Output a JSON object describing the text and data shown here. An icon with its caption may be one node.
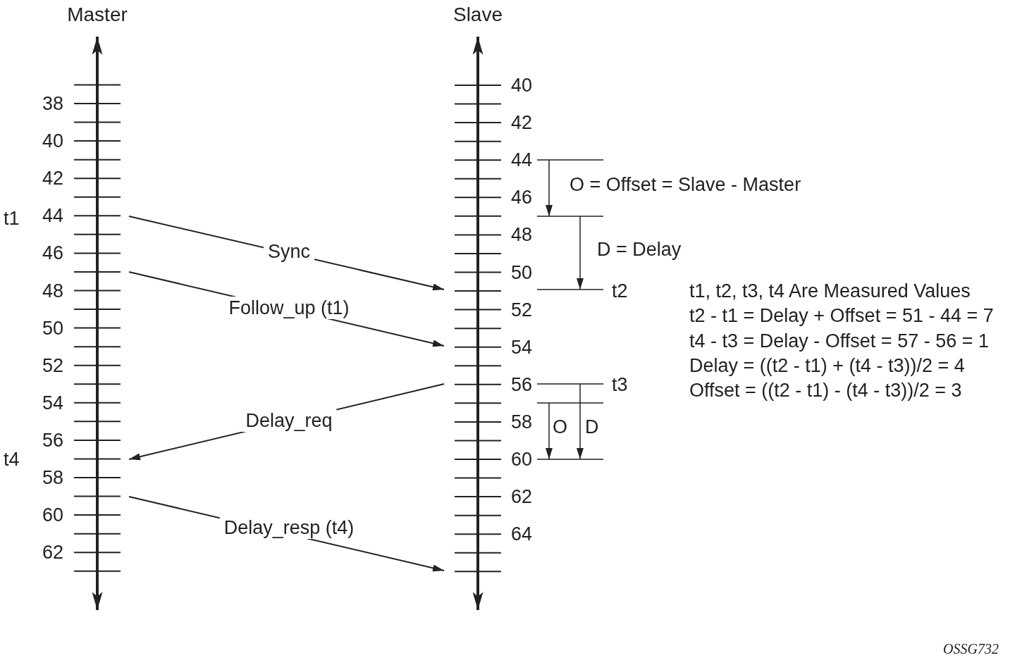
{
  "diagram": {
    "nodes": [
      {
        "text": [
          "Master"
        ],
        "beside": [
          "38",
          "40",
          "42",
          "44",
          "46",
          "48",
          "50",
          "52",
          "54",
          "56",
          "58",
          "60",
          "62"
        ]
      },
      {
        "text": [
          "Slave"
        ],
        "beside": [
          "40",
          "42",
          "44",
          "46",
          "48",
          "50",
          "52",
          "54",
          "56",
          "58",
          "60",
          "62",
          "64"
        ]
      }
    ],
    "edges": [
      {
        "from": 0,
        "to": 1,
        "arrow": "to",
        "label": "Sync"
      },
      {
        "from": 0,
        "to": 1,
        "arrow": "to",
        "label": "Follow_up (t1)"
      },
      {
        "from": 1,
        "to": 0,
        "arrow": "to",
        "label": "Delay_req"
      },
      {
        "from": 0,
        "to": 1,
        "arrow": "to",
        "label": "Delay_resp (t4)"
      }
    ],
    "labels": [
      "t1",
      "O = Offset = Slave - Master",
      "D = Delay",
      "t2",
      "t1, t2, t3, t4 Are Measured Values",
      "t2 - t1 = Delay + Offset = 51 - 44 = 7",
      "t4 - t3 = Delay - Offset = 57 - 56 = 1",
      "Delay = ((t2 - t1) + (t4 - t3))/2 = 4",
      "Offset = ((t2 - t1) - (t4 - t3))/2 = 3",
      "t3",
      "O",
      "D",
      "t4",
      "OSSG732"
    ]
  }
}
